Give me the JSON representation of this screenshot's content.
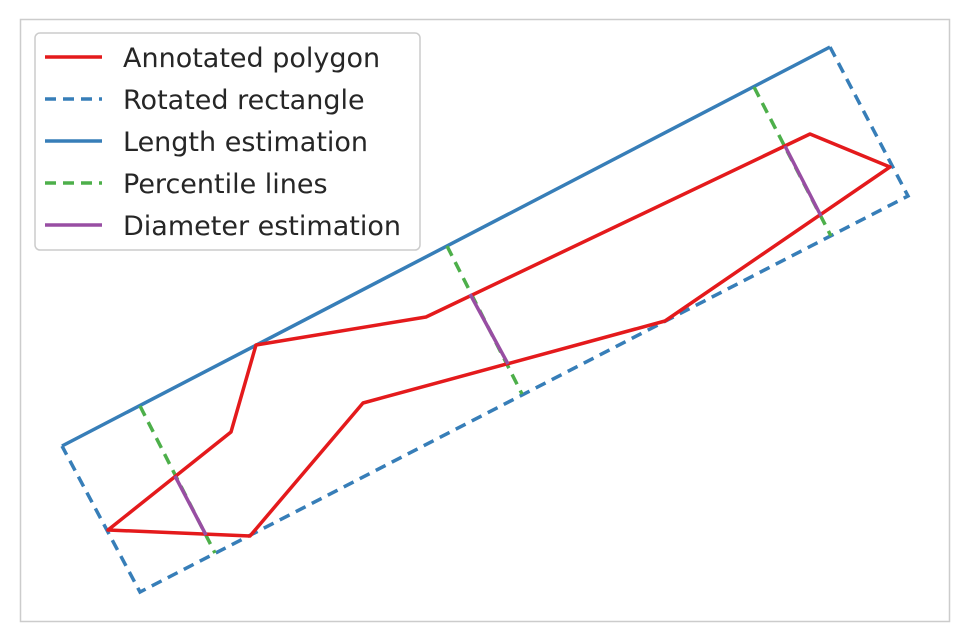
{
  "legend": {
    "items": [
      {
        "label": "Annotated polygon",
        "color": "#e41a1c",
        "style": "solid"
      },
      {
        "label": "Rotated rectangle",
        "color": "#377eb8",
        "style": "dashed"
      },
      {
        "label": "Length estimation",
        "color": "#377eb8",
        "style": "solid"
      },
      {
        "label": "Percentile lines",
        "color": "#4daf4a",
        "style": "dashed"
      },
      {
        "label": "Diameter estimation",
        "color": "#984ea3",
        "style": "solid"
      }
    ]
  },
  "colors": {
    "polygon": "#e41a1c",
    "rectangle": "#377eb8",
    "length": "#377eb8",
    "percentile": "#4daf4a",
    "diameter": "#984ea3",
    "frame": "#cccccc"
  }
}
